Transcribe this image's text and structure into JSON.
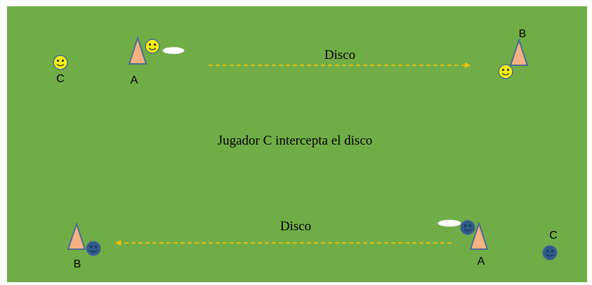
{
  "colors": {
    "field": "#70ad47",
    "field_border": "#5e9a3b",
    "cone_fill": "#f4b183",
    "cone_stroke": "#4a6d8f",
    "team_yellow": "#f2f20a",
    "team_blue": "#2e5a8a",
    "face_stroke": "#4a6d8f",
    "disc": "#ffffff",
    "arrow": "#ffc000",
    "text": "#000000"
  },
  "top_play": {
    "arrow_label": "Disco",
    "player_a_label": "A",
    "player_b_label": "B",
    "player_c_label": "C"
  },
  "middle_caption": "Jugador C intercepta el disco",
  "bottom_play": {
    "arrow_label": "Disco",
    "player_a_label": "A",
    "player_b_label": "B",
    "player_c_label": "C"
  }
}
